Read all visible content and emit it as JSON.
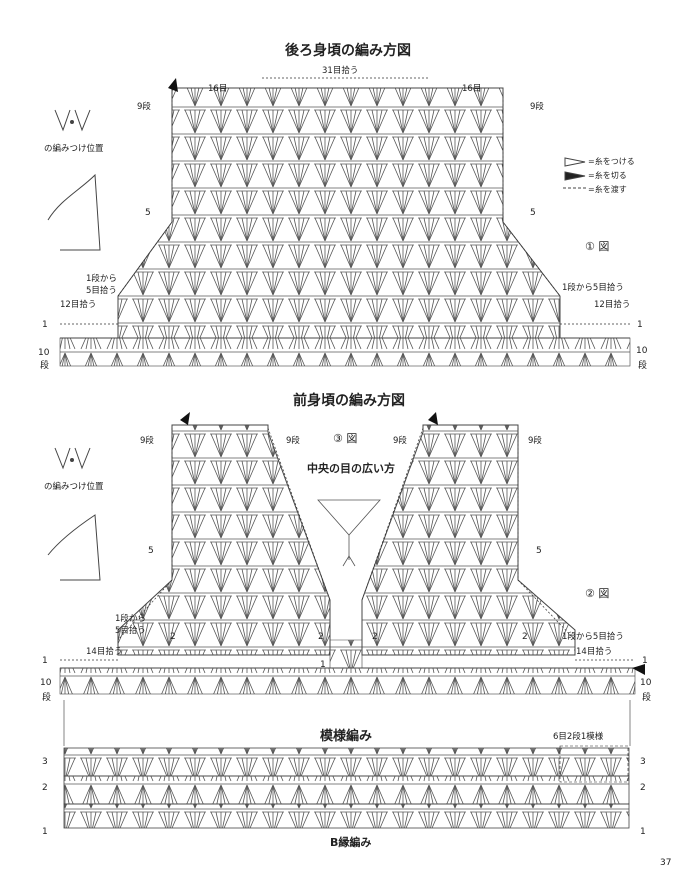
{
  "back": {
    "title": "後ろ身頃の編み方図",
    "pickup_top": "31目拾う",
    "left16": "16目",
    "right16": "16目",
    "row9": "9段",
    "row5": "5",
    "row1": "1",
    "row10": "10",
    "dan": "段",
    "from1_left": "1段から\n5目拾う",
    "from1_right": "1段から5目拾う",
    "pick12": "12目拾う",
    "fig": "① 図",
    "attach_caption": "の編みつけ位置"
  },
  "legend": {
    "attach": "=糸をつける",
    "cut": "=糸を切る",
    "pass": "=糸を渡す"
  },
  "front": {
    "title": "前身頃の編み方図",
    "fig3": "③ 図",
    "center_title": "中央の目の広い方",
    "row9": "9段",
    "row5": "5",
    "row1": "1",
    "row2": "2",
    "row10": "10",
    "dan": "段",
    "from1_left": "1段から\n5目拾う",
    "from1_right": "1段から5目拾う",
    "pick14": "14目拾う",
    "fig2": "② 図",
    "attach_caption": "の編みつけ位置"
  },
  "pattern": {
    "title": "模様編み",
    "repeat": "6目2段1模様",
    "row1": "1",
    "row2": "2",
    "row3": "3",
    "edge": "B縁編み"
  },
  "page_number": "37"
}
